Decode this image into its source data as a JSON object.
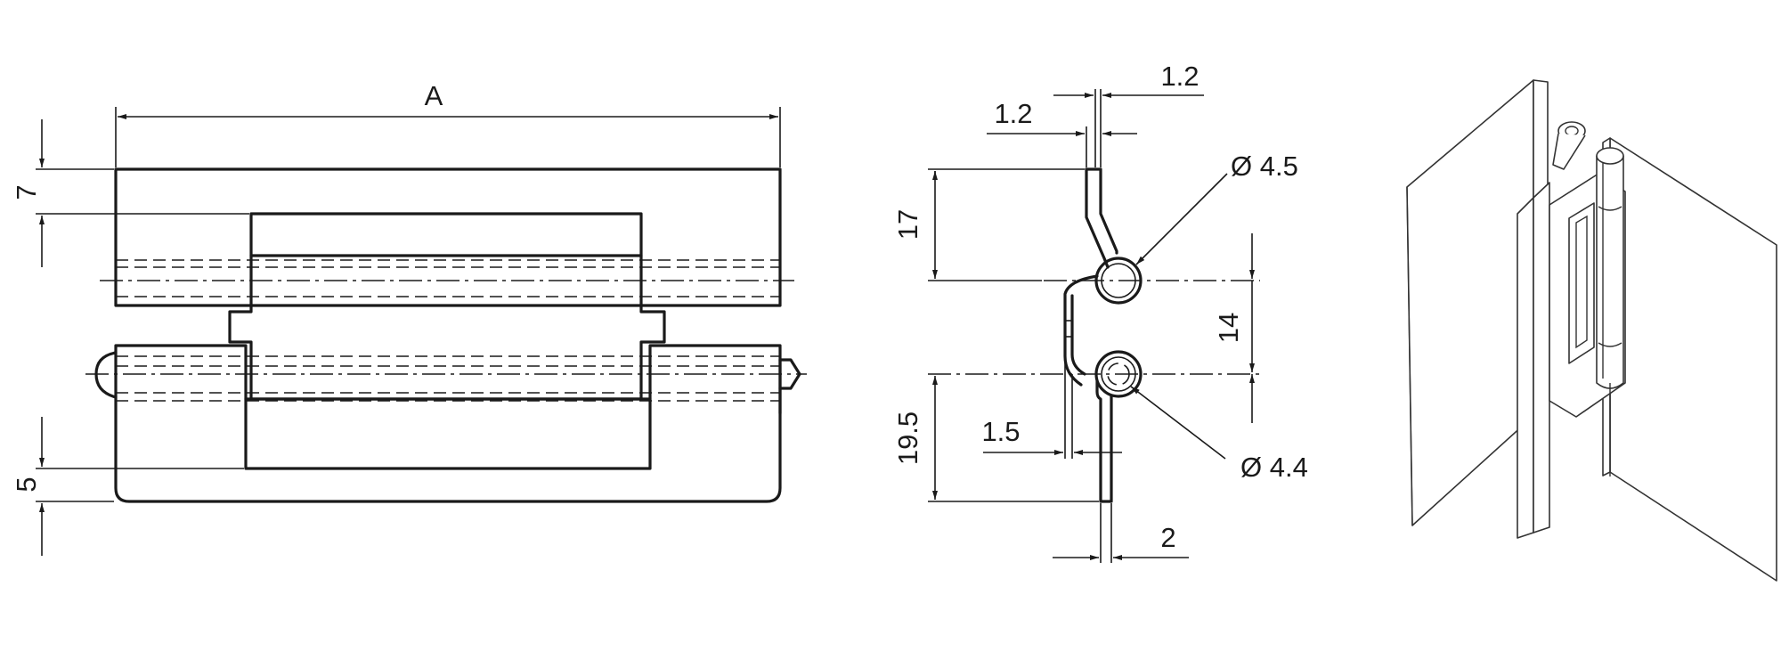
{
  "front_view": {
    "dim_length_label": "A",
    "dim_top_leaf_label": "7",
    "dim_bottom_leaf_label": "5"
  },
  "side_view": {
    "dim_thickness_top_outer": "1.2",
    "dim_thickness_top_inner": "1.2",
    "dim_upper_height": "17",
    "dim_pin_spacing": "14",
    "dim_lower_height": "19.5",
    "dim_offset": "1.5",
    "dim_bottom_thickness": "2",
    "dim_upper_diameter": "Ø 4.5",
    "dim_lower_diameter": "Ø 4.4"
  },
  "iso_view": {}
}
